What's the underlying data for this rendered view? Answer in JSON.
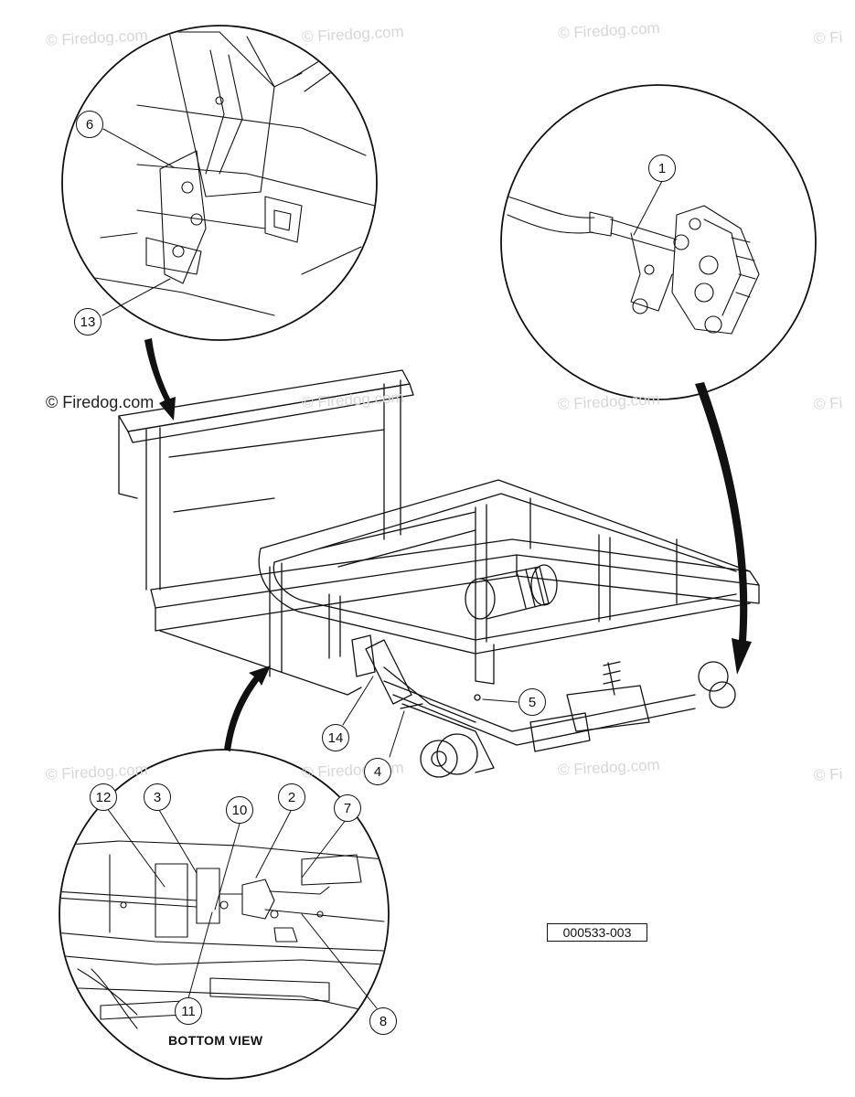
{
  "watermark": {
    "text": "© Firedog.com",
    "partial": "© Fi"
  },
  "callouts": [
    "1",
    "2",
    "3",
    "4",
    "5",
    "6",
    "7",
    "8",
    "10",
    "11",
    "12",
    "13",
    "14"
  ],
  "caption": "BOTTOM VIEW",
  "diagram_code": "000533-003",
  "colors": {
    "line": "#111111",
    "watermark": "#d7d7d7",
    "background": "#ffffff"
  }
}
